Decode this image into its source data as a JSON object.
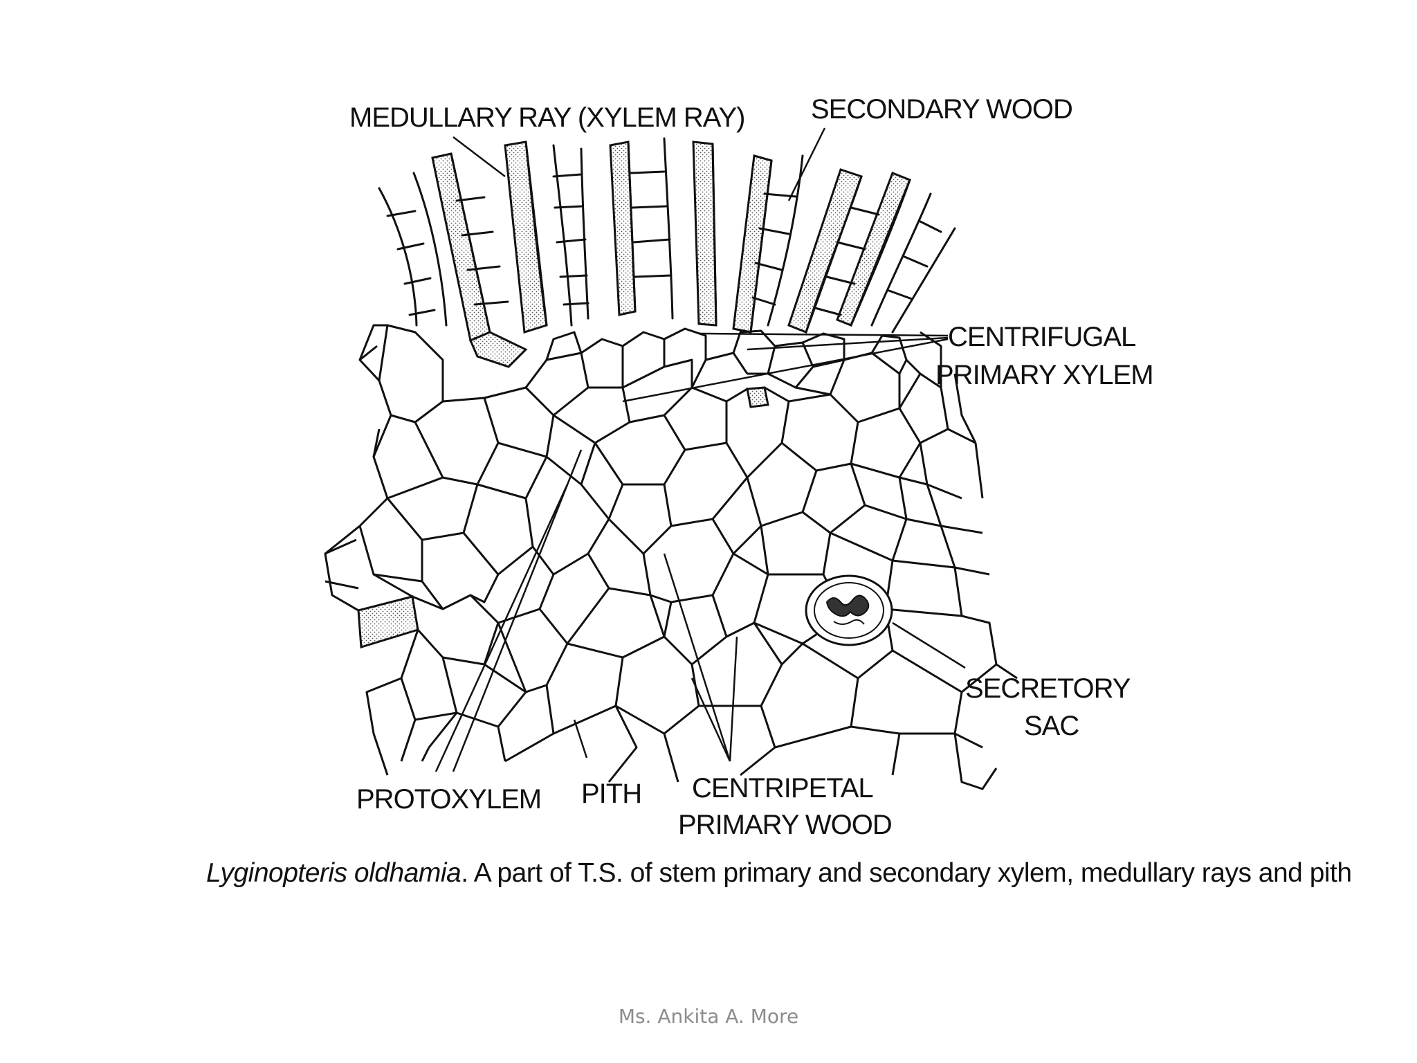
{
  "diagram": {
    "labels": {
      "medullary_ray": "MEDULLARY RAY (XYLEM RAY)",
      "secondary_wood": "SECONDARY WOOD",
      "centrifugal_line1": "CENTRIFUGAL",
      "centrifugal_line2": "PRIMARY XYLEM",
      "secretory_line1": "SECRETORY",
      "secretory_line2": "SAC",
      "protoxylem": "PROTOXYLEM",
      "pith": "PITH",
      "centripetal_line1": "CENTRIPETAL",
      "centripetal_line2": "PRIMARY WOOD"
    },
    "caption": {
      "species": "Lyginopteris oldhamia",
      "text": ". A part of T.S. of stem primary and secondary xylem, medullary rays and pith"
    }
  },
  "footer": {
    "author": "Ms. Ankita A. More"
  }
}
